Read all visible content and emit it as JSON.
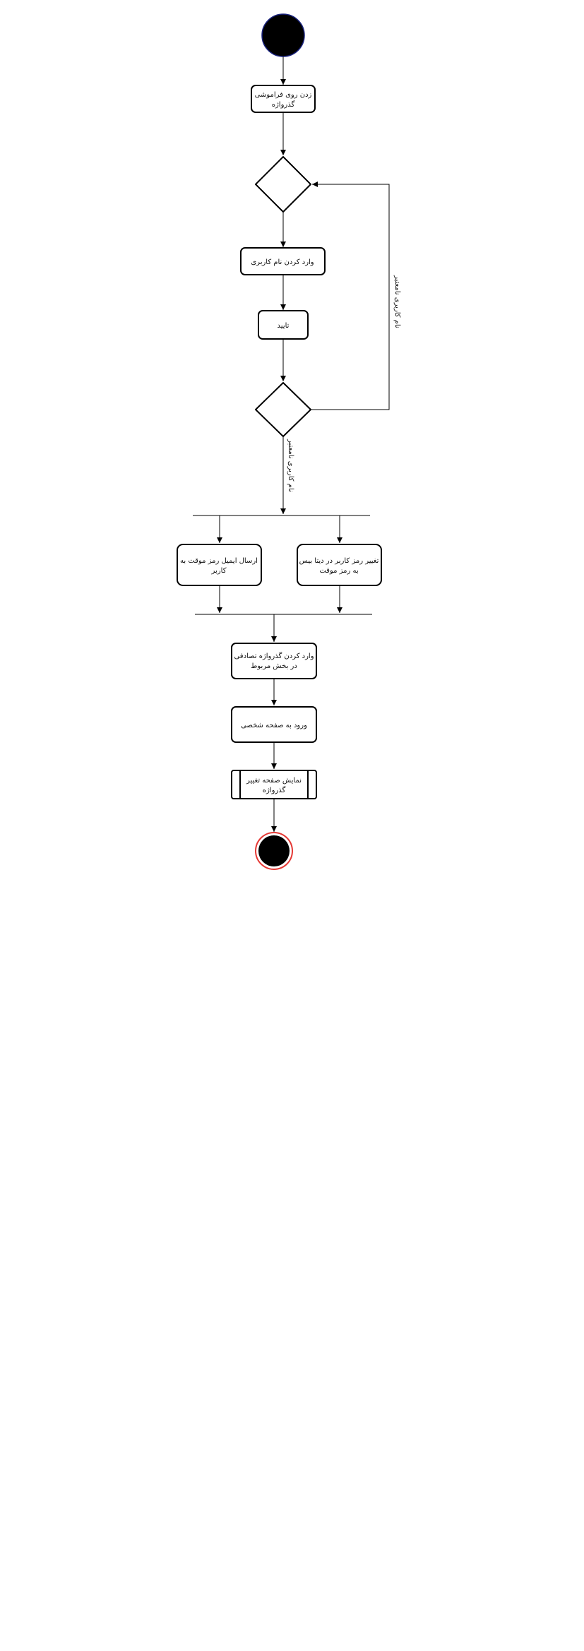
{
  "nodes": {
    "click_forgot": {
      "line1": "زدن روی فراموشی",
      "line2": "گذرواژه"
    },
    "enter_username": {
      "label": "وارد کردن نام کاربری"
    },
    "confirm": {
      "label": "تایید"
    },
    "send_email": {
      "line1": "ارسال ایمیل رمز موقت به",
      "line2": "کاربر"
    },
    "change_password_db": {
      "line1": "تغییر رمز کاربر در دیتا بیس",
      "line2": "به رمز موقت"
    },
    "enter_random_password": {
      "line1": "وارد کردن گذرواژه تصادفی",
      "line2": "در بخش مربوط"
    },
    "login_profile": {
      "label": "ورود به صفحه شخصی"
    },
    "show_change_page": {
      "line1": "نمایش صفحه تغییر",
      "line2": "گذرواژه"
    }
  },
  "edges": {
    "invalid_user": "نام کاربری نامعتبر",
    "valid_user": "نام کاربری نامعتبر"
  },
  "colors": {
    "start_fill": "#000000",
    "start_stroke": "#1a237e",
    "end_ring": "#e53935",
    "end_fill": "#000000",
    "line": "#000000"
  }
}
